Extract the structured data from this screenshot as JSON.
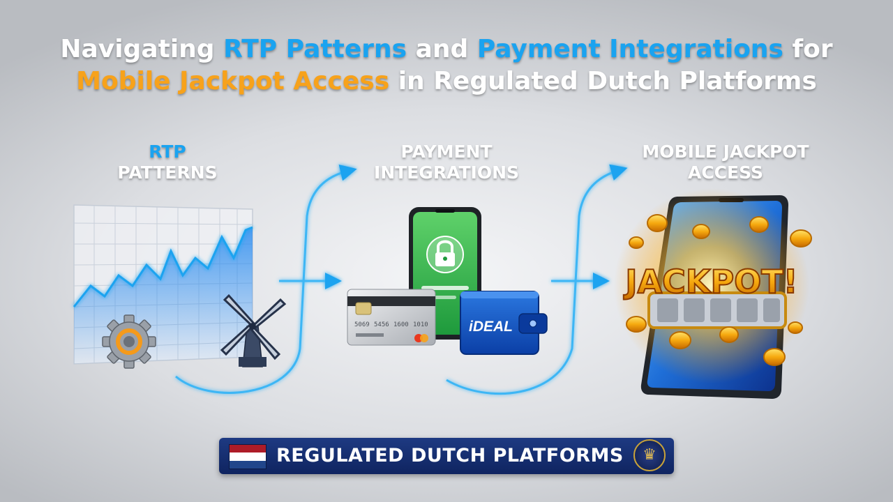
{
  "title": {
    "line1": {
      "part1": "Navigating ",
      "part2": "RTP Patterns",
      "part3": " and ",
      "part4": "Payment Integrations",
      "part5": " for"
    },
    "line2": {
      "part1": "Mobile Jackpot Access",
      "part2": " in Regulated Dutch Platforms"
    }
  },
  "stages": {
    "rtp": {
      "line1": "RTP",
      "line2": "PATTERNS"
    },
    "payment": {
      "line1": "PAYMENT",
      "line2": "INTEGRATIONS"
    },
    "jackpot": {
      "line1": "MOBILE JACKPOT",
      "line2": "ACCESS"
    }
  },
  "card": {
    "number_groups": [
      "5069",
      "5456",
      "1600",
      "1010"
    ]
  },
  "wallet": {
    "brand": "iDEAL"
  },
  "jackpot": {
    "text": "JACKPOT!"
  },
  "banner": {
    "text": "REGULATED DUTCH PLATFORMS"
  },
  "flag_colors": [
    "#ae1c28",
    "#ffffff",
    "#21468b"
  ],
  "colors": {
    "accent_blue": "#1aa3f0",
    "accent_orange": "#f7a21b",
    "banner_navy": "#1a3170"
  },
  "icons": [
    "gear-icon",
    "windmill-icon",
    "lock-icon",
    "chip-icon",
    "coin-icon",
    "seal-icon",
    "arrow-icon"
  ]
}
